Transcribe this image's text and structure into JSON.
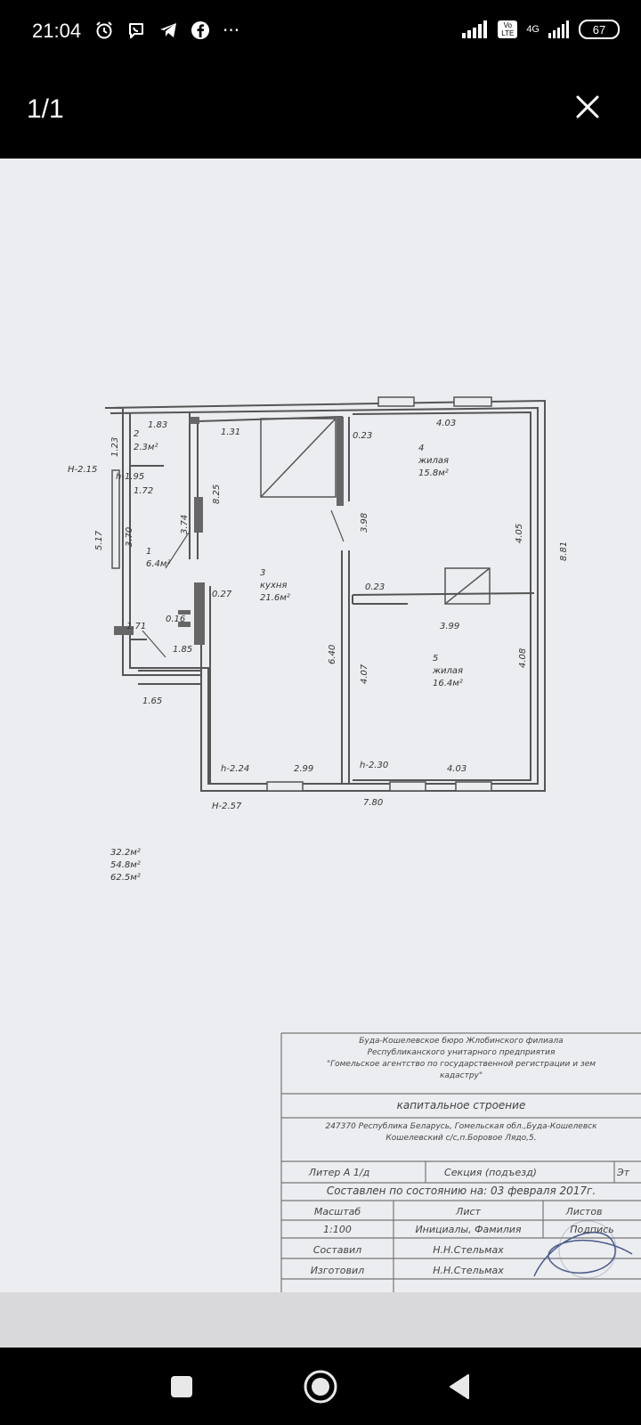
{
  "status_bar": {
    "time": "21:04",
    "network": "4G",
    "volte": "Vo LTE",
    "battery": "67",
    "more": "···"
  },
  "viewer": {
    "counter": "1/1"
  },
  "plan": {
    "labels": {
      "r2_num": "2",
      "r2_w": "1.83",
      "r2_area": "2.3м²",
      "r2_h": "1.23",
      "h_215": "Н-2.15",
      "h_195": "h-1.95",
      "w_172": "1.72",
      "d_517": "5.17",
      "d_370": "3.70",
      "d_374": "3.74",
      "r1_num": "1",
      "r1_area": "6.4м²",
      "w_131": "1.31",
      "d_825": "8.25",
      "r3_num": "3",
      "r3_name": "кухня",
      "r3_area": "21.6м²",
      "w_027": "0.27",
      "w_016": "0.16",
      "w_171": "1.71",
      "w_185": "1.85",
      "w_165": "1.65",
      "d_640": "6.40",
      "h_224": "h-2.24",
      "w_299": "2.99",
      "h_257": "Н-2.57",
      "w_023a": "0.23",
      "d_398": "3.98",
      "r4_num": "4",
      "r4_name": "жилая",
      "r4_area": "15.8м²",
      "w_403a": "4.03",
      "d_405": "4.05",
      "d_881": "8.81",
      "w_023b": "0.23",
      "w_399": "3.99",
      "d_407": "4.07",
      "r5_num": "5",
      "r5_name": "жилая",
      "r5_area": "16.4м²",
      "d_408": "4.08",
      "h_230": "h-2.30",
      "w_403b": "4.03",
      "w_780": "7.80"
    },
    "totals": [
      "32.2м²",
      "54.8м²",
      "62.5м²"
    ]
  },
  "stamp": {
    "org": [
      "Буда-Кошелевское бюро Жлобинского филиала",
      "Республиканского унитарного предприятия",
      "\"Гомельское агентство по государственной регистрации и зем",
      "кадастру\""
    ],
    "type": "капитальное строение",
    "address": [
      "247370 Республика Беларусь, Гомельская обл.,Буда-Кошелевск",
      "Кошелевский с/с,п.Боровое Лядо,5."
    ],
    "liter": "Литер А 1/д",
    "section": "Секция (подъезд)",
    "floor": "Эт",
    "date": "Составлен по состоянию на: 03 февраля 2017г.",
    "scale_label": "Масштаб",
    "sheet_label": "Лист",
    "sheets_label": "Листов",
    "scale": "1:100",
    "initials": "Инициалы, Фамилия",
    "signature_label": "Подпись",
    "compiled_label": "Составил",
    "compiled_name": "Н.Н.Стельмах",
    "made_label": "Изготовил",
    "made_name": "Н.Н.Стельмах"
  }
}
